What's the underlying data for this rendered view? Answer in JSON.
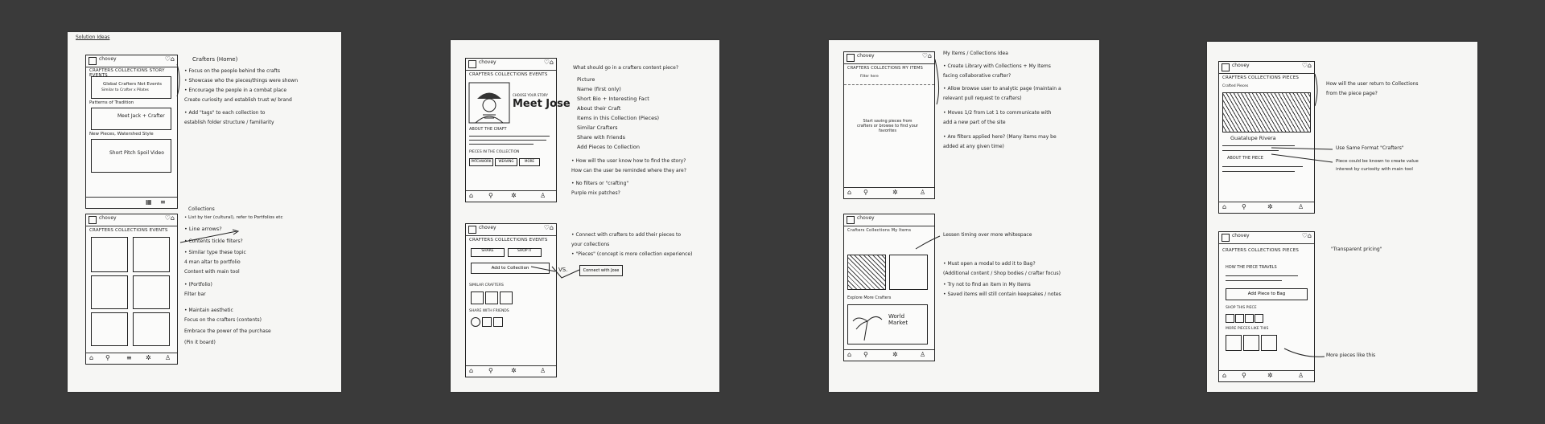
{
  "sheet1": {
    "title": "Solution Ideas",
    "phone_brand": "chovey",
    "top_tabs": "CRAFTERS  COLLECTIONS  STORY  EVENTS",
    "card1": "Global Crafters Not Events",
    "card1_sub": "Similar to Crafter x Pilates",
    "section1": "Patterns of Tradition",
    "card2": "Meet Jack + Crafter",
    "section2": "New Pieces, Watershed Style",
    "card3": "Short Pitch Spoil Video",
    "bottom_tabs": "CRAFTERS  COLLECTIONS  EVENTS",
    "notes_top": [
      "Crafters (Home)",
      "• Focus on the people behind the crafts",
      "• Showcase who the pieces/things were shown",
      "• Encourage the people in a combat place",
      "  Create curiosity and establish trust w/ brand",
      "• Add \"tags\" to each collection to",
      "  establish folder structure / familiarity"
    ],
    "notes_bottom": [
      "Collections",
      "• List by tier (cultural), refer to Portfolios etc",
      "• Line arrows?",
      "• Contents tickle filters?",
      "• Similar type these topic",
      "  4 man altar to portfolio",
      "  Content with main tool",
      "• (Portfolio)",
      "  Filter bar",
      "• Maintain aesthetic",
      "  Focus on the crafters (contents)",
      "  Embrace the power of the purchase",
      "  (Pin it board)"
    ]
  },
  "sheet2": {
    "phone_brand": "chovey",
    "tabs": "CRAFTERS  COLLECTIONS  EVENTS",
    "hero_label": "CHOOSE YOUR STORY",
    "hero_name": "Meet Jose",
    "about": "ABOUT THE CRAFT",
    "pieces": "PIECES IN THE COLLECTION",
    "chips": [
      "PATCHWORK",
      "WEAVING",
      "MORE"
    ],
    "notes1": [
      "What should go in a crafters content piece?",
      "Picture",
      "Name (first only)",
      "Short Bio + Interesting Fact",
      "About their Craft",
      "Items in this Collection (Pieces)",
      "Similar Crafters",
      "Share with Friends",
      "Add Pieces to Collection",
      "• How will the user know how to find the story?",
      "  How can the user be reminded where they are?",
      "• No filters or \"crafting\"",
      "  Purple mix patches?"
    ],
    "phone2_tabs": "CRAFTERS  COLLECTIONS  EVENTS",
    "btn_a": "SHARE",
    "btn_b": "SHOP IT",
    "btn_add": "Add to Collection",
    "vs": "VS.",
    "btn_connect": "Connect with Jose",
    "similar": "SIMILAR CRAFTERS",
    "share": "SHARE WITH FRIENDS",
    "notes2": [
      "• Connect with crafters to add their pieces to",
      "  your collections",
      "• \"Pieces\" (concept is more collection experience)"
    ]
  },
  "sheet3": {
    "phone_brand": "chovey",
    "tabs": "CRAFTERS  COLLECTIONS  MY ITEMS",
    "filter": "Filter here",
    "empty_state": "Start saving pieces from crafters or browse to find your favorites",
    "notes1": [
      "My Items / Collections Idea",
      "• Create Library with Collections + My Items",
      "  facing collaborative crafter?",
      "• Allow browse user to analytic page (maintain a",
      "  relevant pull request to crafters)",
      "• Moves 1/2 from Lot 1 to communicate with",
      "  add a new part of the site",
      "• Are filters applied here? (Many items may be",
      "  added at any given time)"
    ],
    "phone2_tabs": "Crafters  Collections  My Items",
    "phone2_section": "Explore More Crafters",
    "world": "World Market",
    "notes2": [
      "Lessen timing over more whitespace",
      "• Must open a modal to add it to Bag?",
      "  (Additional content / Shop bodies / crafter focus)",
      "• Try not to find an item in My Items",
      "• Saved items will still contain keepsakes / notes"
    ]
  },
  "sheet4": {
    "phone_brand": "chovey",
    "tabs": "CRAFTERS  COLLECTIONS  PIECES",
    "crafter": "Crafted Pieces",
    "piece_name": "Guatalupe Rivera",
    "about": "ABOUT THE PIECE",
    "notes1": [
      "How will the user return to Collections",
      "from the piece page?"
    ],
    "note_same": "Use Same Format \"Crafters\"",
    "note_pieces": "Piece could be known to create value",
    "note_pieces2": "interest by curiosity with main tool",
    "phone2_tabs": "CRAFTERS  COLLECTIONS  PIECES",
    "how": "HOW THE PIECE TRAVELS",
    "add_bag": "Add Piece to Bag",
    "shop": "SHOP THIS PIECE",
    "more": "MORE PIECES LIKE THIS",
    "note_transparent": "\"Transparent pricing\"",
    "note_more": "More pieces like this"
  }
}
